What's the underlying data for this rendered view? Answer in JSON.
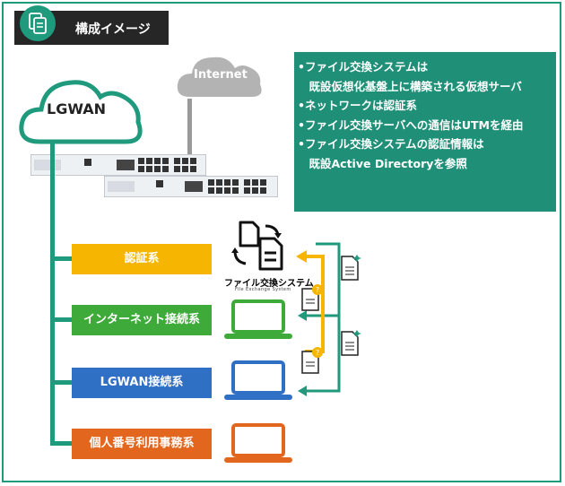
{
  "header": {
    "title": "構成イメージ",
    "icon": "document-copy-icon"
  },
  "clouds": {
    "internet": "Internet",
    "lgwan": "LGWAN"
  },
  "notes": [
    "•ファイル交換システムは",
    "　既設仮想化基盤上に構築される仮想サーバ",
    "•ネットワークは認証系",
    "•ファイル交換サーバへの通信はUTMを経由",
    "•ファイル交換システムの認証情報は",
    "　既設Active Directoryを参照"
  ],
  "systems": [
    {
      "label": "認証系",
      "color": "#f5b500"
    },
    {
      "label": "インターネット接続系",
      "color": "#3daa3a"
    },
    {
      "label": "LGWAN接続系",
      "color": "#2f6fc4"
    },
    {
      "label": "個人番号利用事務系",
      "color": "#e3661f"
    }
  ],
  "file_exchange": {
    "label": "ファイル交換システム",
    "sublabel": "File Exchange System"
  },
  "colors": {
    "frame": "#1f9a7d",
    "arrow_yellow": "#f5b500",
    "arrow_green": "#1f9a7d"
  }
}
